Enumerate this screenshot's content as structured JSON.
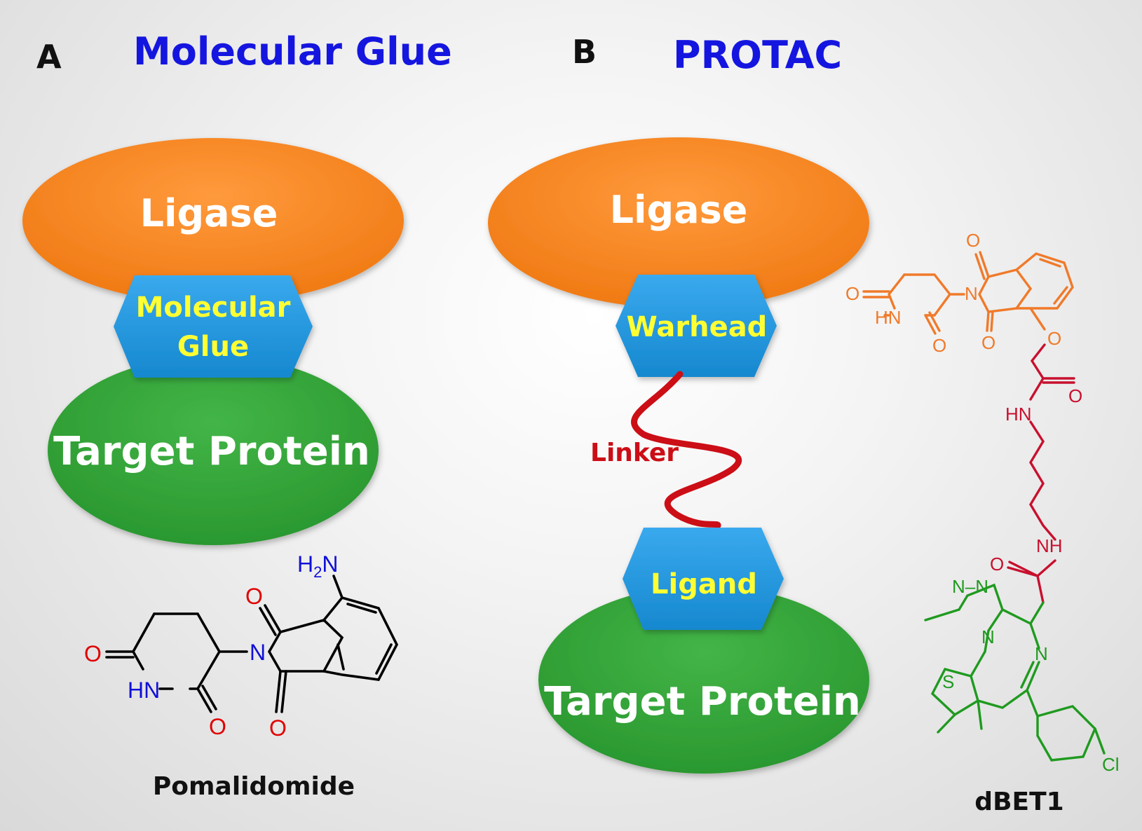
{
  "colors": {
    "ligase": "#f47d20",
    "target_protein": "#2f9e34",
    "hexagon": "#1f93dc",
    "hex_text": "#ffff33",
    "title_blue": "#1515e0",
    "linker": "#cc0e16",
    "atom_red": "#e00000",
    "atom_blue": "#1010d8",
    "e3_part": "#f07a2a",
    "linker_part": "#c8102e",
    "bet_part": "#1f9a1f"
  },
  "panel_a": {
    "letter": "A",
    "title": "Molecular Glue",
    "ligase_label": "Ligase",
    "glue_label_line1": "Molecular",
    "glue_label_line2": "Glue",
    "target_label": "Target Protein",
    "compound_name": "Pomalidomide"
  },
  "panel_b": {
    "letter": "B",
    "title": "PROTAC",
    "ligase_label": "Ligase",
    "warhead_label": "Warhead",
    "linker_label": "Linker",
    "ligand_label": "Ligand",
    "target_label": "Target Protein",
    "compound_name": "dBET1"
  },
  "structures": {
    "pomalidomide": {
      "amine_h": "H",
      "amine_sub": "2",
      "amine_n": "N",
      "imide_n": "N",
      "nh": "HN",
      "oxygen": "O"
    },
    "dbet1": {
      "oxygen": "O",
      "nh_left": "HN",
      "nh_right": "NH",
      "nitrogen": "N",
      "triazole_nn": "N–N",
      "sulfur": "S",
      "chlorine": "Cl"
    }
  }
}
